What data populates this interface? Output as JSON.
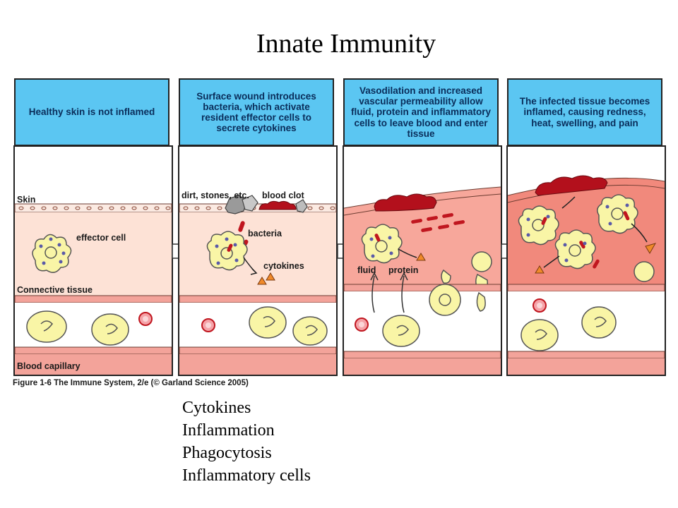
{
  "title": "Innate Immunity",
  "colors": {
    "caption_bg": "#5bc6f2",
    "caption_text": "#0a2d5a",
    "normal_tissue": "#fde2d6",
    "inflamed_tissue": "#f7a79b",
    "very_inflamed_tissue": "#f1897c",
    "skin_band": "#fbeae2",
    "capillary_band": "#f3a39a",
    "blood_clot": "#b3101c",
    "bacteria": "#c0161f",
    "cell_fill": "#f9f5a6",
    "cytokine": "#f08a2a"
  },
  "panels": [
    {
      "caption": "Healthy skin is not inflamed",
      "labels": {
        "skin": "Skin",
        "effector": "effector cell",
        "connective": "Connective tissue",
        "capillary": "Blood capillary"
      }
    },
    {
      "caption": "Surface wound introduces bacteria, which activate resident effector cells to secrete cytokines",
      "labels": {
        "dirt": "dirt, stones, etc.",
        "clot": "blood clot",
        "bacteria": "bacteria",
        "cytokines": "cytokines"
      }
    },
    {
      "caption": "Vasodilation and increased vascular permeability allow fluid, protein and inflammatory cells to leave blood and enter tissue",
      "labels": {
        "fluid": "fluid",
        "protein": "protein"
      }
    },
    {
      "caption": "The infected tissue becomes inflamed, causing redness, heat, swelling, and pain",
      "labels": {}
    }
  ],
  "figure_caption": "Figure 1-6 The Immune System, 2/e (© Garland Science 2005)",
  "bullets": [
    "Cytokines",
    "Inflammation",
    "Phagocytosis",
    "Inflammatory cells"
  ]
}
